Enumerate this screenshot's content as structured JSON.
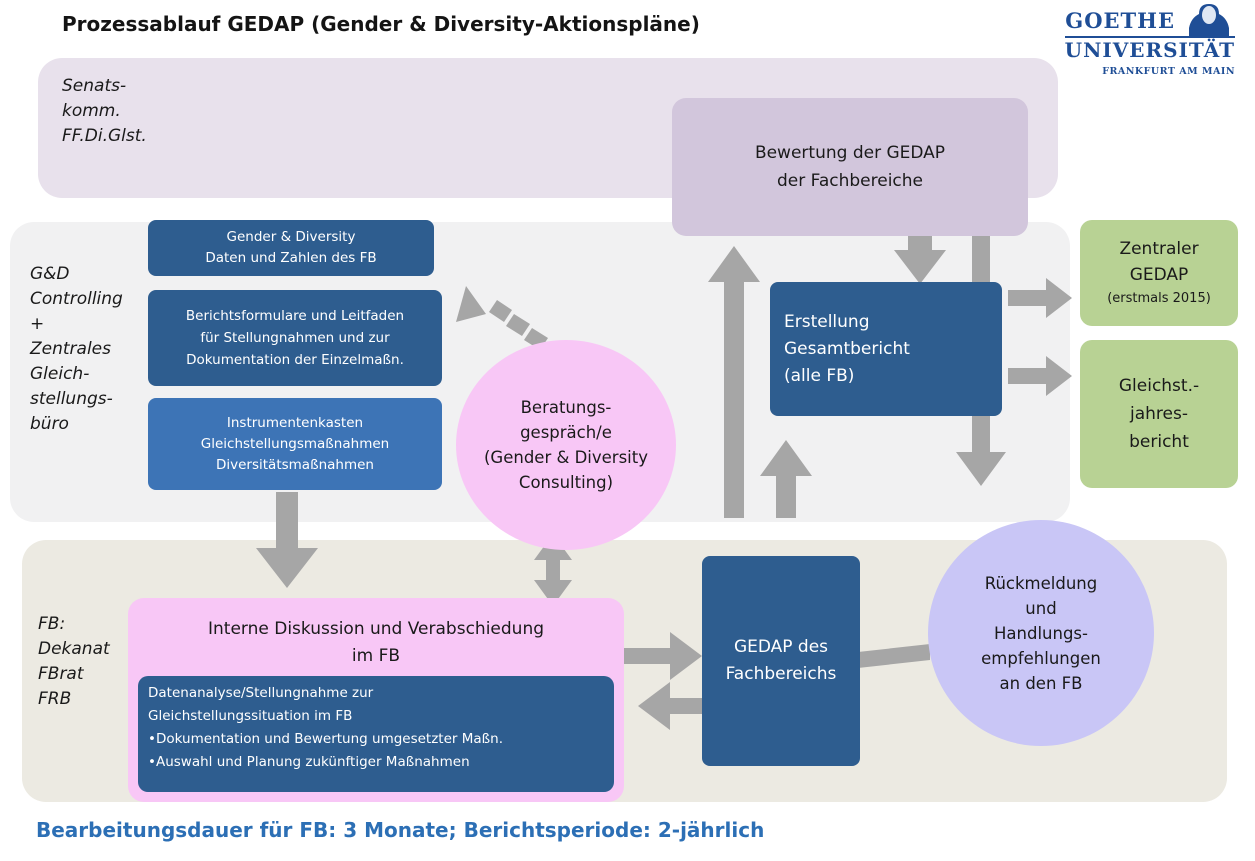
{
  "title": "Prozessablauf GEDAP (Gender & Diversity-Aktionspläne)",
  "logo": {
    "line1": "GOETHE",
    "line2": "UNIVERSITÄT",
    "line3": "FRANKFURT AM MAIN"
  },
  "rows": {
    "senat": "Senats-\nkomm.\nFF.Di.Glst.",
    "gd": "G&D\nControlling\n+\nZentrales\nGleich-\nstellungs-\nbüro",
    "fb": "FB:\nDekanat\nFBrat\nFRB"
  },
  "boxes": {
    "gd_daten": "Gender & Diversity\nDaten und Zahlen des  FB",
    "berichtsformulare": "Berichtsformulare und Leitfaden\nfür Stellungnahmen und zur\nDokumentation der Einzelmaßn.",
    "instrumentenkasten": "Instrumentenkasten\nGleichstellungsmaßnahmen\nDiversitätsmaßnahmen",
    "bewertung": "Bewertung der GEDAP\nder Fachbereiche",
    "erstellung": "Erstellung\nGesamtbericht\n(alle FB)",
    "zentraler_gedap_main": "Zentraler\nGEDAP",
    "zentraler_gedap_sub": "(erstmals 2015)",
    "gleichst_jahresbericht": "Gleichst.-\njahres-\nbericht",
    "beratung": "Beratungs-\ngespräch/e\n(Gender & Diversity\nConsulting)",
    "interne_diskussion": "Interne Diskussion und Verabschiedung\nim FB",
    "datenanalyse": "Datenanalyse/Stellungnahme zur\nGleichstellungssituation im FB\n•Dokumentation und Bewertung umgesetzter Maßn.\n•Auswahl und Planung zukünftiger Maßnahmen",
    "gedap_fb": "GEDAP des\nFachbereichs",
    "rueckmeldung": "Rückmeldung\nund\nHandlungs-\nempfehlungen\nan den FB"
  },
  "footer": "Bearbeitungsdauer für FB: 3 Monate;  Berichtsperiode: 2-jährlich",
  "colors": {
    "band_senat": "#e8e1ec",
    "band_gd": "#f1f1f2",
    "band_fb": "#eceae2",
    "dark_blue": "#2e5d8f",
    "light_blue": "#3d74b6",
    "purple": "#d2c6dc",
    "green": "#b8d294",
    "pink": "#f8c7f6",
    "lavender": "#c9c6f6",
    "arrow": "#a6a6a6",
    "footer": "#2c6fb5"
  }
}
